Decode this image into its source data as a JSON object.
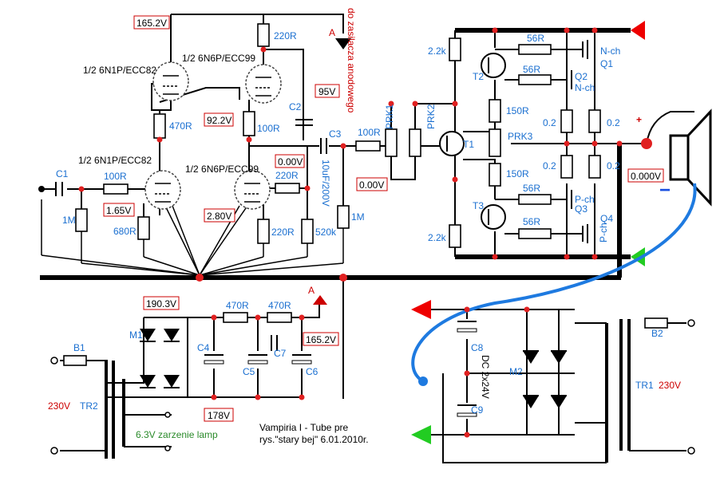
{
  "colors": {
    "component_label": "#1a6fd0",
    "voltage_label": "#cc0000",
    "wire": "#000000",
    "node": "#e02020",
    "heater_label": "#2a8a2a",
    "ground_arrow": "#22cc22",
    "supply_arrow": "#ee0000",
    "ground_link": "#1e7ae0"
  },
  "tubes": {
    "v1a": "1/2 6N1P/ECC82",
    "v2a": "1/2 6N6P/ECC99",
    "v1b": "1/2 6N1P/ECC82",
    "v2b": "1/2 6N6P/ECC99"
  },
  "voltages": {
    "top_left": "165.2V",
    "v1_plate": "92.2V",
    "v2_plate": "95V",
    "v2_cathode_dc": "0.00V",
    "v1b_cathode": "1.65V",
    "v2b_cathode": "2.80V",
    "output_offset": "0.00V",
    "speaker_offset": "0.000V",
    "psu_in": "190.3V",
    "psu_out": "165.2V",
    "psu_low": "178V"
  },
  "labels": {
    "anode_supply": "do zasilacza anodowego",
    "node_a_top": "A",
    "node_a_bottom": "A",
    "r_220_top": "220R",
    "r_470_v1": "470R",
    "r_100_v2": "100R",
    "c2": "C2",
    "c3": "C3",
    "c3_value": "10uF/200V",
    "c1": "C1",
    "r_100_in": "100R",
    "r_1m_in": "1M",
    "r_680": "680R",
    "r_220_grid": "220R",
    "r_220_cath": "220R",
    "r_520k": "520k",
    "r_1m_out": "1M",
    "r_100_out": "100R",
    "prk1": "PRK1",
    "prk2": "PRK2",
    "prk3": "PRK3",
    "t1": "T1",
    "t2": "T2",
    "t3": "T3",
    "r_2k2_top": "2.2k",
    "r_2k2_bot": "2.2k",
    "r_56_1": "56R",
    "r_56_2": "56R",
    "r_56_3": "56R",
    "r_56_4": "56R",
    "r_150_top": "150R",
    "r_150_bot": "150R",
    "r_02_1": "0.2",
    "r_02_2": "0.2",
    "r_02_3": "0.2",
    "r_02_4": "0.2",
    "q1": "Q1",
    "q1_type": "N-ch",
    "q2": "Q2",
    "q2_type": "N-ch",
    "q3": "Q3",
    "q3_type": "P-ch",
    "q4": "Q4",
    "q4_type": "P-ch",
    "plus": "+",
    "minus": "−",
    "m1": "M1",
    "m2": "M2",
    "c4": "C4",
    "c5": "C5",
    "c6": "C6",
    "c7": "C7",
    "c8": "C8",
    "c9": "C9",
    "r_470_psu1": "470R",
    "r_470_psu2": "470R",
    "b1": "B1",
    "b2": "B2",
    "tr1": "TR1",
    "tr2": "TR2",
    "mains_left": "230V",
    "mains_right": "230V",
    "heater": "6.3V zarzenie lamp",
    "dc_supply": "DC 2x24V",
    "caption_1": "Vampiria I - Tube pre",
    "caption_2": "rys.\"stary bej\" 6.01.2010r."
  }
}
